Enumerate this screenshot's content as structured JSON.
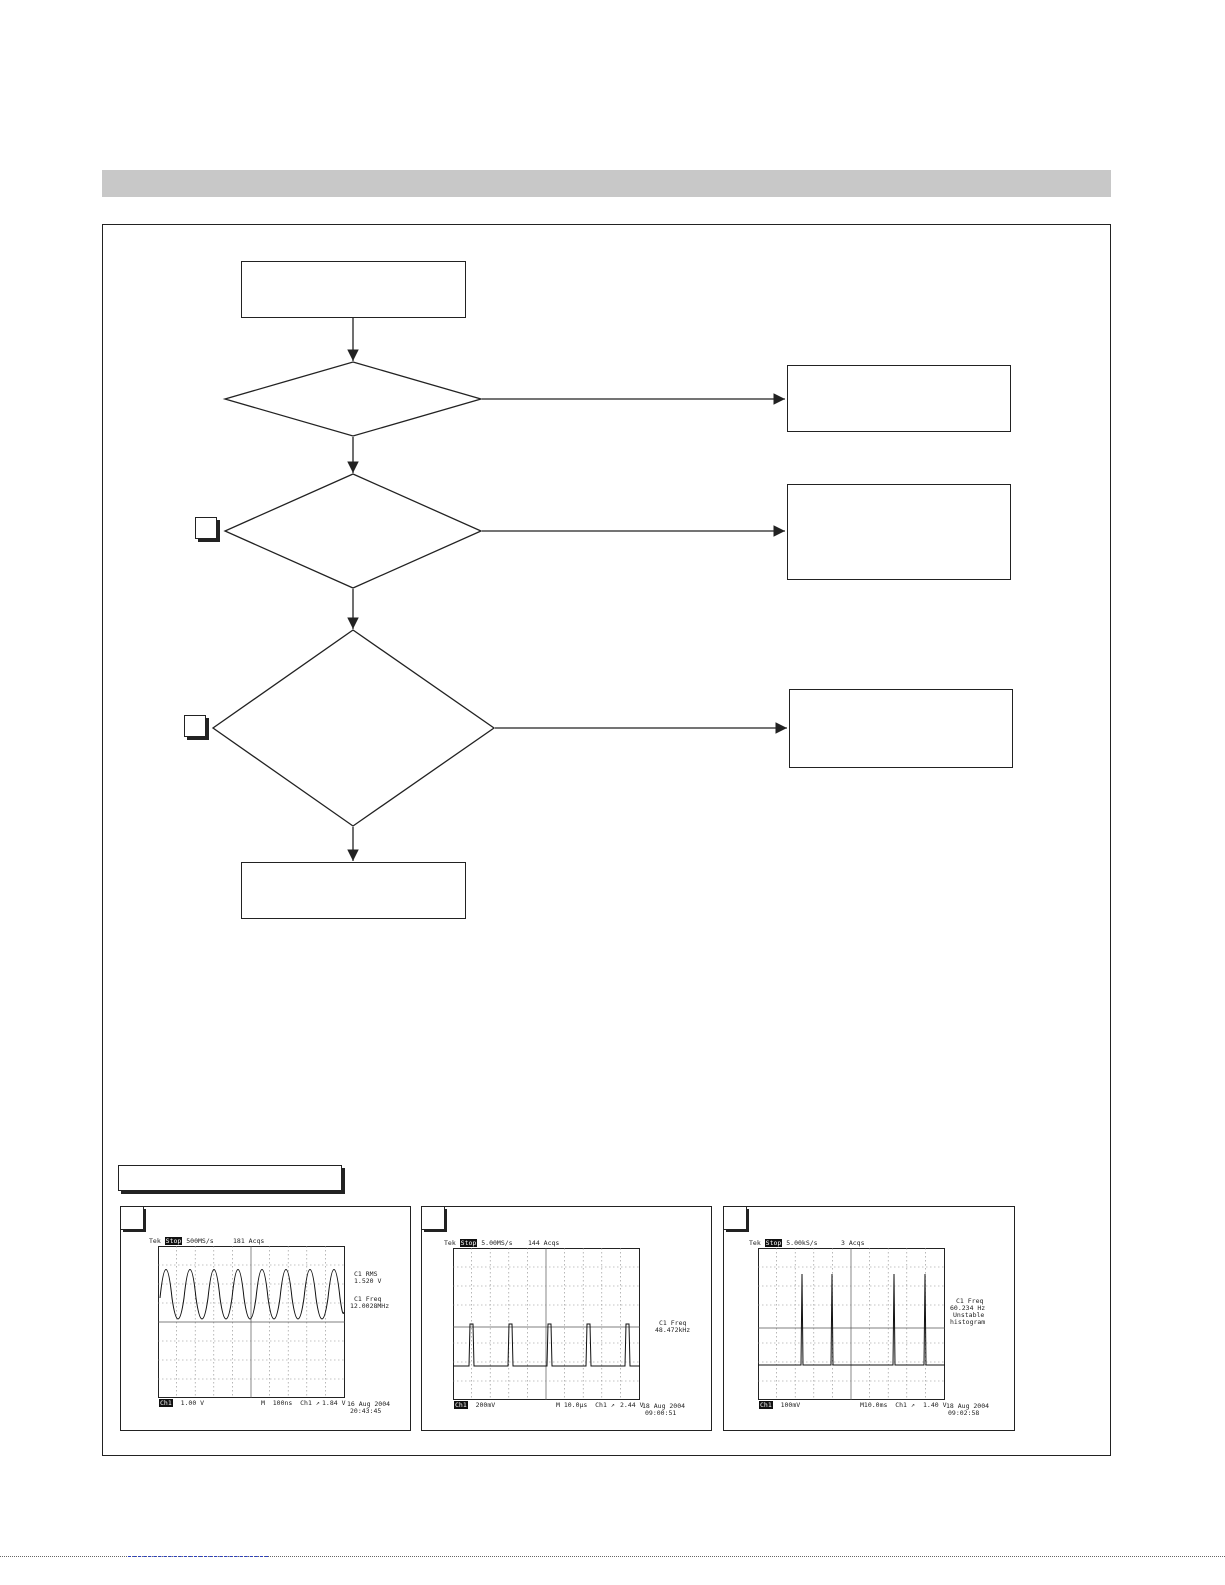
{
  "scopes": [
    {
      "tag": "",
      "header": "Tek",
      "status": "Stop",
      "rate": "500MS/s",
      "acqs": "181 Acqs",
      "measure1_label": "C1 RMS",
      "measure1_value": "1.520 V",
      "measure2_label": "C1 Freq",
      "measure2_value": "12.0028MHz",
      "measure3": "",
      "ch_label": "Ch1",
      "ch_scale": "1.00 V",
      "timebase": "M  100ns  Ch1 ↗",
      "trigger": "1.84 V",
      "date": "16 Aug 2004",
      "time": "20:43:45"
    },
    {
      "tag": "",
      "header": "Tek",
      "status": "Stop",
      "rate": "5.00MS/s",
      "acqs": "144 Acqs",
      "measure1_label": "C1 Freq",
      "measure1_value": "48.472kHz",
      "measure2_label": "",
      "measure2_value": "",
      "measure3": "",
      "ch_label": "Ch1",
      "ch_scale": "200mV",
      "timebase": "M 10.0μs  Ch1 ↗",
      "trigger": "2.44 V",
      "date": "18 Aug 2004",
      "time": "09:00:51"
    },
    {
      "tag": "",
      "header": "Tek",
      "status": "Stop",
      "rate": "5.00kS/s",
      "acqs": "3 Acqs",
      "measure1_label": "C1 Freq",
      "measure1_value": "60.234 Hz",
      "measure2_label": "Unstable",
      "measure2_value": "histogram",
      "measure3": "",
      "ch_label": "Ch1",
      "ch_scale": "100mV",
      "timebase": "M10.0ms  Ch1 ↗",
      "trigger": "1.40 V",
      "date": "18 Aug 2004",
      "time": "09:02:58"
    }
  ]
}
